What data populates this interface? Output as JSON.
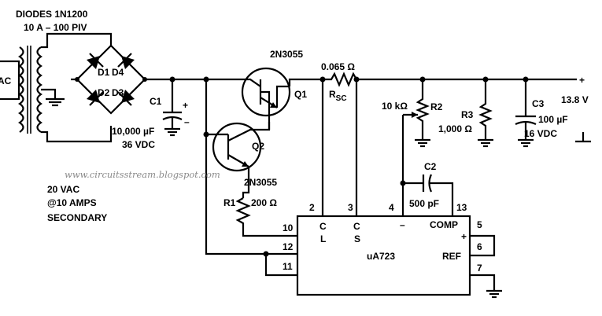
{
  "header": {
    "line1": "DIODES 1N1200",
    "line2": "10 A – 100 PIV"
  },
  "source": {
    "ac_label": "AC"
  },
  "diodes": {
    "d1": "D1",
    "d4": "D4",
    "d2": "D2",
    "d3": "D3"
  },
  "c1": {
    "name": "C1",
    "value": "10,000 µF",
    "rating": "36 VDC",
    "plus": "+",
    "minus": "–"
  },
  "transformer_note": {
    "line1": "20 VAC",
    "line2": "@10 AMPS",
    "line3": "SECONDARY"
  },
  "q1": {
    "part": "2N3055",
    "name": "Q1"
  },
  "q2": {
    "part": "2N3055",
    "name": "Q2"
  },
  "r1": {
    "name": "R1",
    "value": "200 Ω"
  },
  "rsc": {
    "value": "0.065 Ω",
    "name": "R",
    "sub": "SC"
  },
  "r2": {
    "value": "10 kΩ",
    "name": "R2"
  },
  "r3": {
    "name": "R3",
    "value": "1,000 Ω"
  },
  "c3": {
    "name": "C3",
    "value": "100 µF",
    "rating": "16 VDC"
  },
  "c2": {
    "name": "C2",
    "value": "500 pF"
  },
  "output": {
    "plus": "+",
    "voltage": "13.8 V"
  },
  "ic": {
    "name": "uA723",
    "pins": {
      "p2": "2",
      "p3": "3",
      "p4": "4",
      "p13": "13",
      "p10": "10",
      "p12": "12",
      "p11": "11",
      "p5": "5",
      "p6": "6",
      "p7": "7"
    },
    "labels": {
      "c1": "C",
      "l": "L",
      "c2": "C",
      "s": "S",
      "minus": "–",
      "comp": "COMP",
      "plus": "+",
      "ref": "REF"
    }
  },
  "watermark": "www.circuitsstream.blogspot.com"
}
